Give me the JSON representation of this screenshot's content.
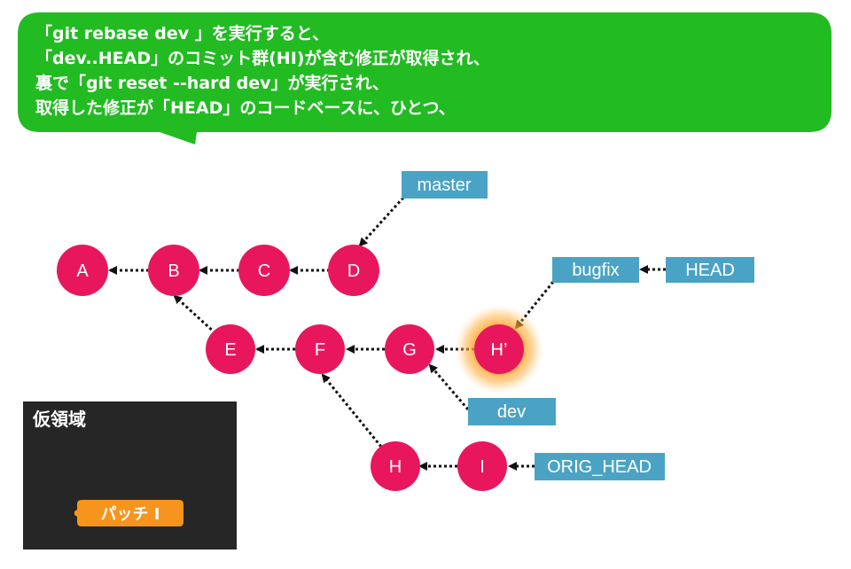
{
  "callout": {
    "lines": [
      "「git rebase dev 」を実行すると、",
      "「dev..HEAD」のコミット群(HI)が含む修正が取得され、",
      "裏で「git reset --hard dev」が実行され、",
      "取得した修正が「HEAD」のコードベースに、ひとつ、"
    ]
  },
  "commits": {
    "a": "A",
    "b": "B",
    "c": "C",
    "d": "D",
    "e": "E",
    "f": "F",
    "g": "G",
    "h_prime": "H’",
    "h": "H",
    "i": "I"
  },
  "refs": {
    "master": "master",
    "bugfix": "bugfix",
    "head": "HEAD",
    "dev": "dev",
    "orig_head": "ORIG_HEAD"
  },
  "temp_area": {
    "title": "仮領域",
    "patch": "パッチ I"
  },
  "colors": {
    "callout": "#22bb22",
    "commit": "#e8175d",
    "ref": "#4aa3c4",
    "panel": "#262626",
    "patch": "#f7941d",
    "glow": "#ff9a1e"
  }
}
